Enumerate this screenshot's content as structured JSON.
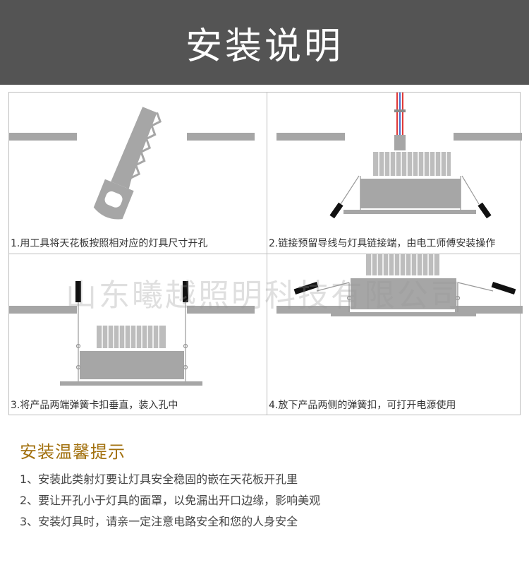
{
  "header": {
    "title": "安装说明"
  },
  "steps": [
    {
      "caption": "1.用工具将天花板按照相对应的灯具尺寸开孔"
    },
    {
      "caption": "2.链接预留导线与灯具链接端，由电工师傅安装操作"
    },
    {
      "caption": "3.将产品两端弹簧卡扣垂直，装入孔中"
    },
    {
      "caption": "4.放下产品两侧的弹簧扣，可打开电源使用"
    }
  ],
  "watermark": "山东曦越照明科技有限公司",
  "tips": {
    "title": "安装温馨提示",
    "items": [
      "1、安装此类射灯要让灯具安全稳固的嵌在天花板开孔里",
      "2、要让开孔小于灯具的面罩，以免漏出开口边缘，影响美观",
      "3、安装灯具时，请亲一定注意电路安全和您的人身安全"
    ]
  },
  "colors": {
    "banner": "#545454",
    "ceiling": "#a6a6a6",
    "lamp": "#a6a6a6",
    "tips_title": "#a2700e",
    "wire_red": "#e03a3a",
    "wire_blue": "#4a6fd0"
  }
}
